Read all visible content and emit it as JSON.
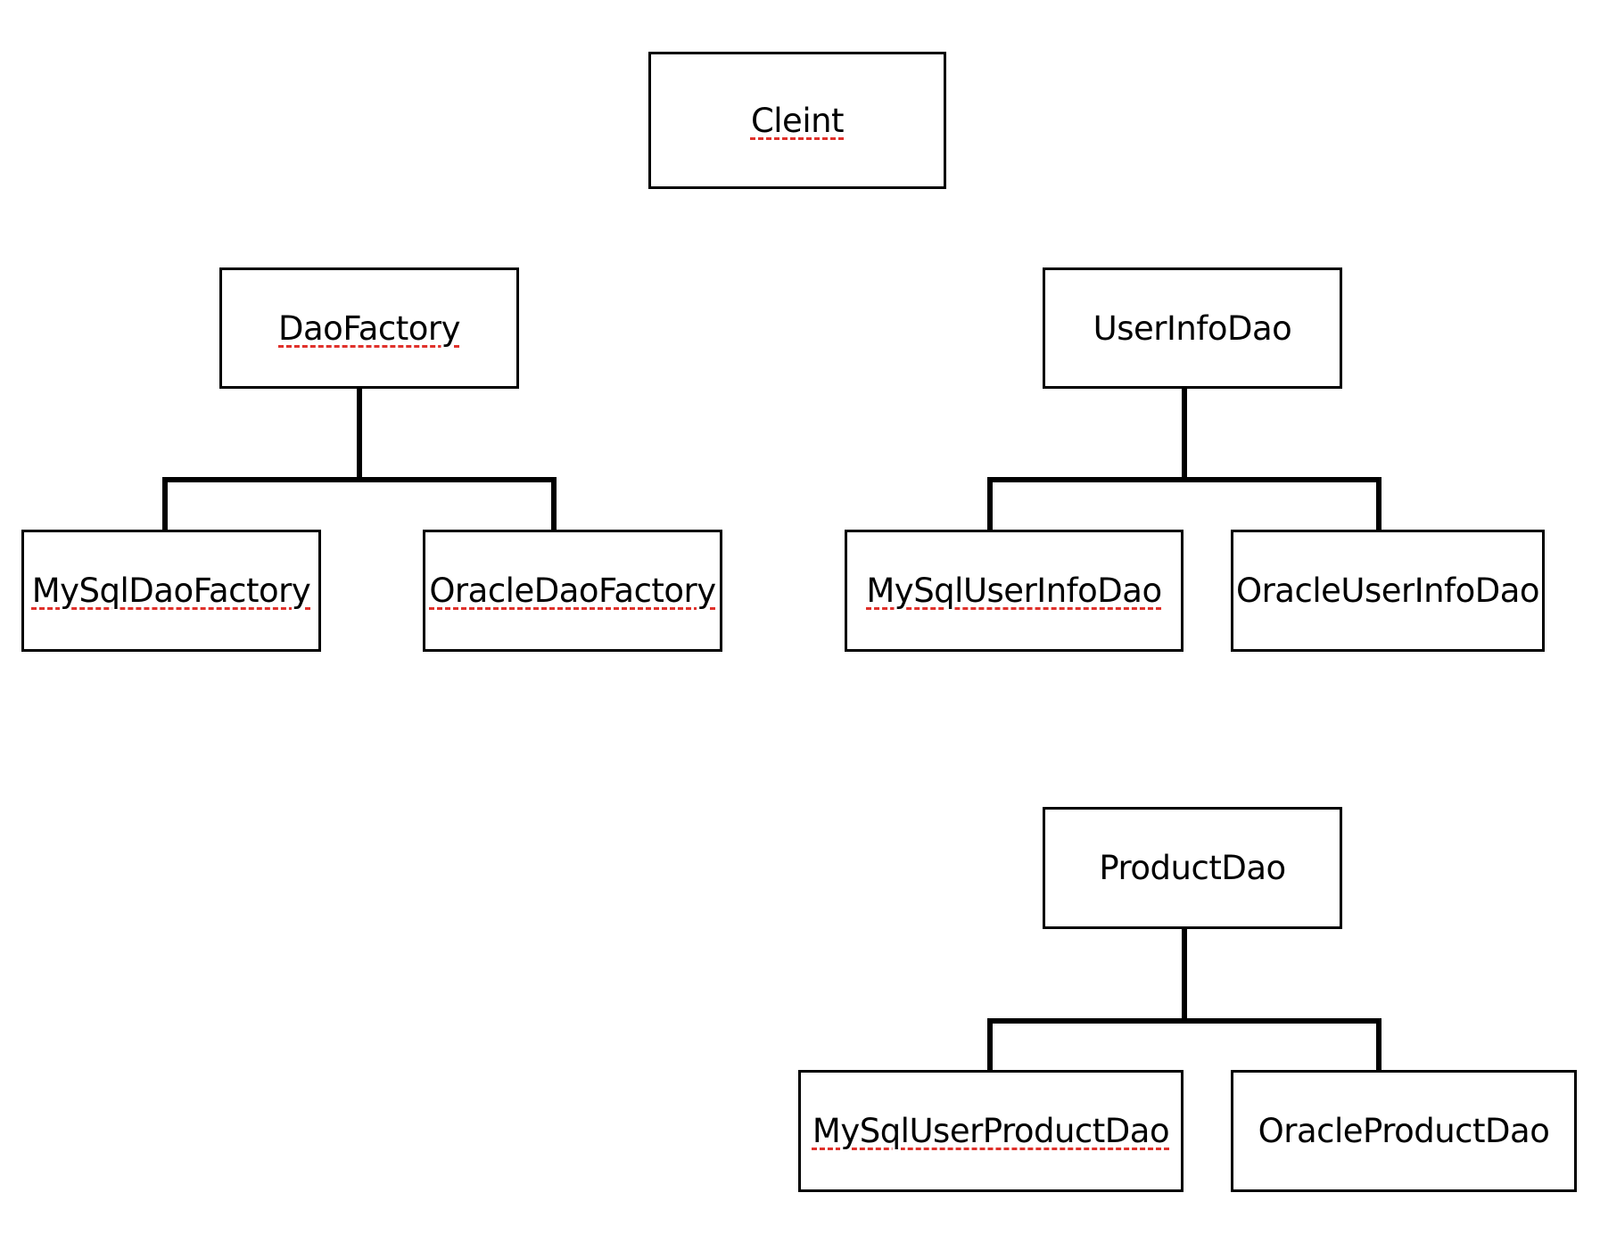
{
  "diagram": {
    "client": {
      "label": "Cleint",
      "spellcheck_flag": true
    },
    "dao_factory": {
      "label": "DaoFactory",
      "spellcheck_flag": true,
      "children": [
        {
          "label": "MySqlDaoFactory",
          "spellcheck_flag": true
        },
        {
          "label": "OracleDaoFactory",
          "spellcheck_flag": true
        }
      ]
    },
    "user_info_dao": {
      "label": "UserInfoDao",
      "spellcheck_flag": false,
      "children": [
        {
          "label": "MySqlUserInfoDao",
          "spellcheck_flag": true
        },
        {
          "label": "OracleUserInfoDao",
          "spellcheck_flag": false
        }
      ]
    },
    "product_dao": {
      "label": "ProductDao",
      "spellcheck_flag": false,
      "children": [
        {
          "label": "MySqlUserProductDao",
          "spellcheck_flag": true
        },
        {
          "label": "OracleProductDao",
          "spellcheck_flag": false
        }
      ]
    },
    "colors": {
      "line": "#000000",
      "spellcheck_underline": "#e0312b",
      "background": "#ffffff"
    }
  }
}
